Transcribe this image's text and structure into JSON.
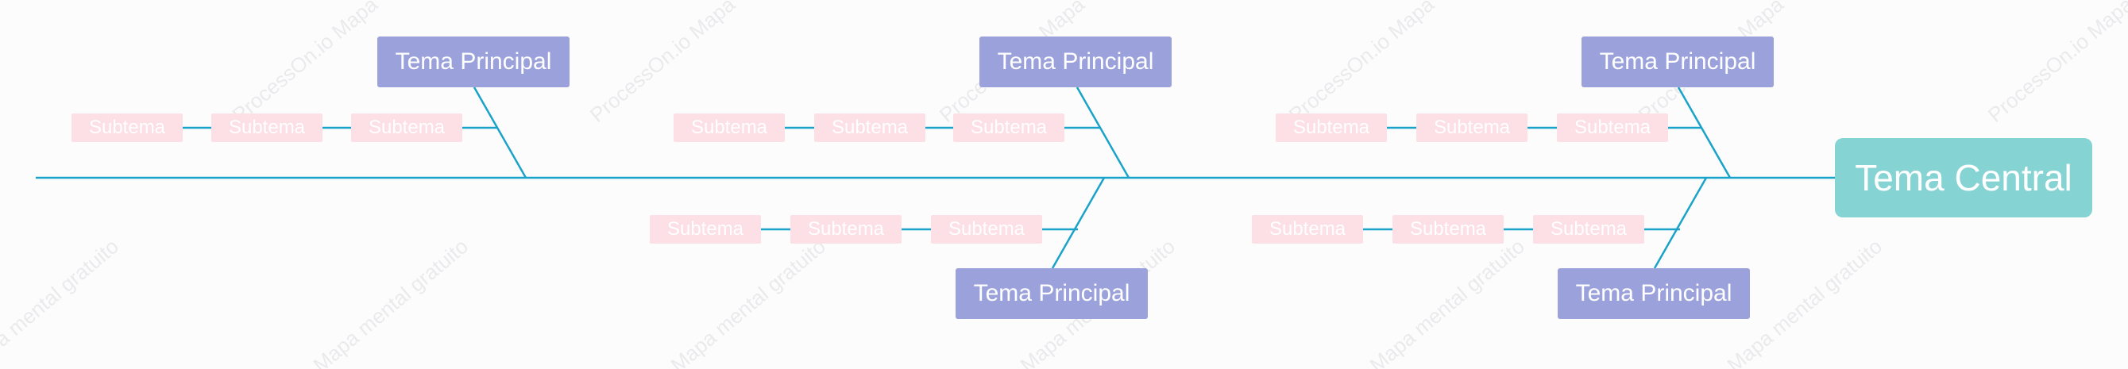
{
  "central_topic": "Tema Central",
  "main_topic_label": "Tema Principal",
  "subtopic_label": "Subtema",
  "watermark_top": "ProcessOn.io Mapa",
  "watermark_bottom": "Mapa mental gratuito",
  "colors": {
    "background": "#fdfcfd",
    "line": "#1aa3c8",
    "central": "#85d3d2",
    "main_topic": "#9aa1db",
    "subtopic": "#fde0e6"
  }
}
